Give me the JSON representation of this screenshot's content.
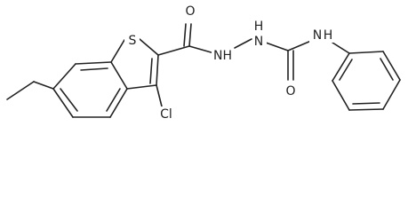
{
  "atoms": {
    "sulfur": "S",
    "carbonyl_oxygen_top": "O",
    "hydrazide_nh_1": "NH",
    "hydrazide_nh_2": "H",
    "hydrazide_n_2": "N",
    "urea_oxygen": "O",
    "anilide_n": "N",
    "anilide_h": "H",
    "chlorine": "Cl"
  },
  "colors": {
    "bond": "#222222",
    "background": "#ffffff"
  }
}
